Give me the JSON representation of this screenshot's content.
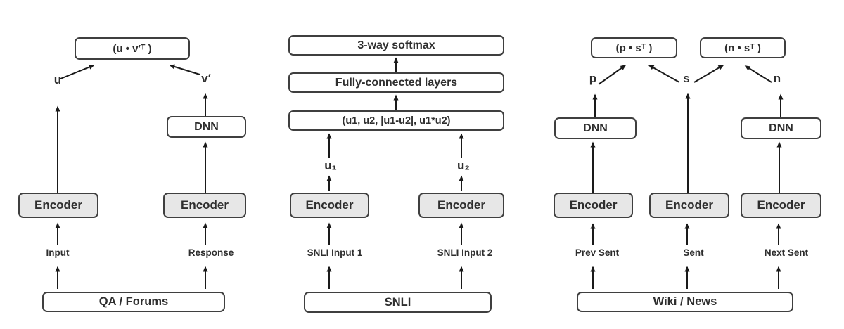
{
  "left": {
    "dot_product": "(u • v′ᵀ )",
    "u_label": "u",
    "v_label": "v′",
    "dnn": "DNN",
    "encoder1": "Encoder",
    "encoder2": "Encoder",
    "input_label": "Input",
    "response_label": "Response",
    "source": "QA / Forums"
  },
  "middle": {
    "softmax": "3-way softmax",
    "fc": "Fully-connected layers",
    "features": "(u1, u2, |u1-u2|, u1*u2)",
    "u1_label": "u₁",
    "u2_label": "u₂",
    "encoder1": "Encoder",
    "encoder2": "Encoder",
    "input1_label": "SNLI Input 1",
    "input2_label": "SNLI Input 2",
    "source": "SNLI"
  },
  "right": {
    "ps_product": "(p • sᵀ )",
    "ns_product": "(n • sᵀ )",
    "p_label": "p",
    "s_label": "s",
    "n_label": "n",
    "dnn1": "DNN",
    "dnn2": "DNN",
    "encoder1": "Encoder",
    "encoder2": "Encoder",
    "encoder3": "Encoder",
    "prev_label": "Prev Sent",
    "sent_label": "Sent",
    "next_label": "Next Sent",
    "source": "Wiki / News"
  },
  "colors": {
    "encoder_fill": "#e7e7e7",
    "box_fill": "#ffffff",
    "border": "#3f3f3f",
    "text": "#2e2e2e",
    "line": "#1a1a1a"
  }
}
